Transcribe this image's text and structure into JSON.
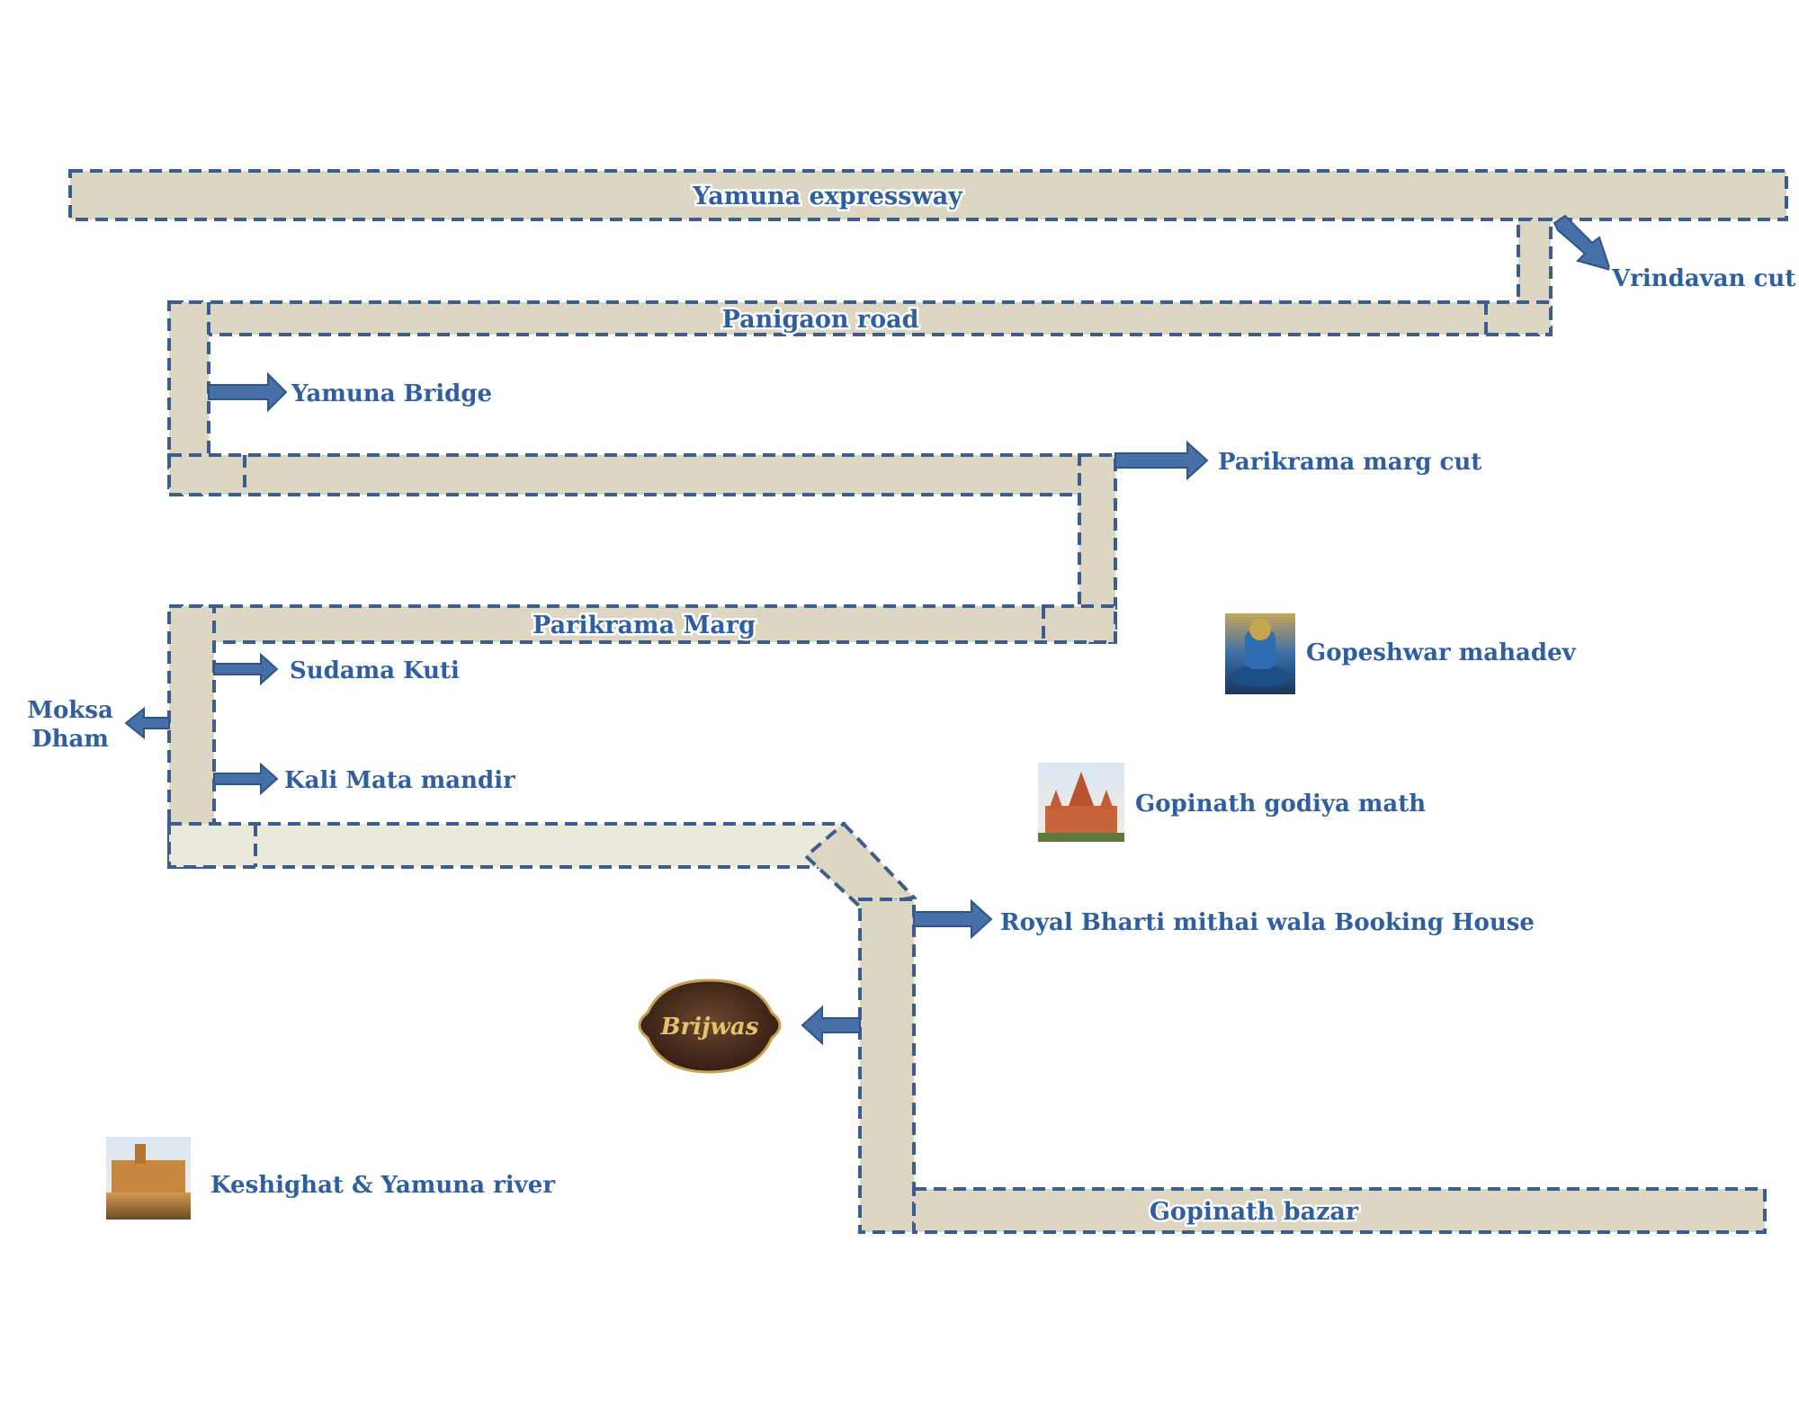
{
  "roads": {
    "yamuna_expressway": "Yamuna expressway",
    "panigaon_road": "Panigaon road",
    "parikrama_marg": "Parikrama Marg",
    "gopinath_bazar": "Gopinath bazar"
  },
  "places": {
    "vrindavan_cut": "Vrindavan cut",
    "yamuna_bridge": "Yamuna Bridge",
    "parikrama_marg_cut": "Parikrama marg cut",
    "sudama_kuti": "Sudama Kuti",
    "moksa_dham_line1": "Moksa",
    "moksa_dham_line2": "Dham",
    "kali_mata_mandir": "Kali Mata mandir",
    "gopeshwar_mahadev": "Gopeshwar mahadev",
    "gopinath_godiya_math": "Gopinath godiya math",
    "royal_bharti": "Royal Bharti mithai wala Booking House",
    "keshighat": "Keshighat & Yamuna river",
    "brijwas_logo": "Brijwas"
  },
  "colors": {
    "road_fill": "#dcd6c3",
    "road_border": "#3b5e8e",
    "label": "#2f5fa0",
    "arrow": "#4770a8"
  }
}
